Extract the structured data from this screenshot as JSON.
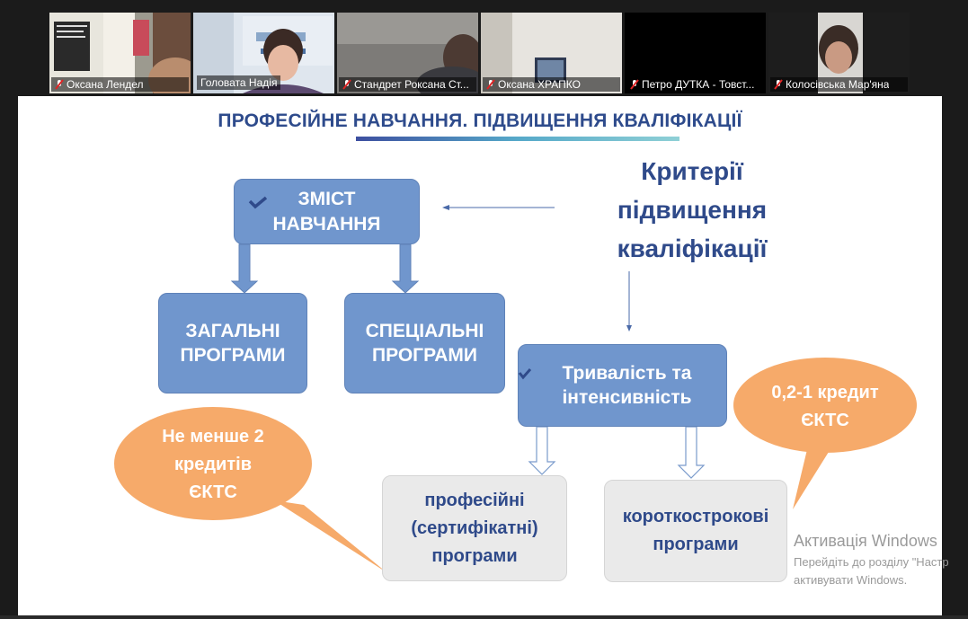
{
  "participants": [
    {
      "name": "Оксана Лендел",
      "muted": true,
      "active": false
    },
    {
      "name": "Головата Надія",
      "muted": false,
      "active": true
    },
    {
      "name": "Стандрет Роксана Ст...",
      "muted": true,
      "active": false
    },
    {
      "name": "Оксана ХРАПКО",
      "muted": true,
      "active": false
    },
    {
      "name": "Петро ДУТКА - Товст...",
      "muted": true,
      "active": false
    },
    {
      "name": "Колосівська Мар'яна",
      "muted": true,
      "active": false
    }
  ],
  "slide": {
    "title": "ПРОФЕСІЙНЕ НАВЧАННЯ. ПІДВИЩЕННЯ КВАЛІФІКАЦІЇ",
    "content_box": {
      "line1": "ЗМІСТ",
      "line2": "НАВЧАННЯ"
    },
    "general_programs": {
      "line1": "ЗАГАЛЬНІ",
      "line2": "ПРОГРАМИ"
    },
    "special_programs": {
      "line1": "СПЕЦІАЛЬНІ",
      "line2": "ПРОГРАМИ"
    },
    "criteria": {
      "line1": "Критерії",
      "line2": "підвищення",
      "line3": "кваліфікації"
    },
    "duration_box": {
      "line1": "Тривалість та",
      "line2": "інтенсивність"
    },
    "professional_programs": {
      "line1": "професійні",
      "line2": "(сертифікатні)",
      "line3": "програми"
    },
    "short_programs": {
      "line1": "короткострокові",
      "line2": "програми"
    },
    "callout_left": {
      "line1": "Не менше 2",
      "line2": "кредитів",
      "line3": "ЄКТС"
    },
    "callout_right": {
      "line1": "0,2-1 кредит",
      "line2": "ЄКТС"
    }
  },
  "watermark": {
    "title": "Активація Windows",
    "line1": "Перейдіть до розділу \"Настр",
    "line2": "активувати Windows."
  },
  "colors": {
    "box_blue": "#7096cd",
    "title_blue": "#2e4b8c",
    "callout_orange": "#f6aa6a",
    "active_speaker_border": "#27c93f",
    "mic_muted_red": "#e02424"
  },
  "icons": [
    "mic-muted-icon",
    "checkmark-icon",
    "arrow-down-icon",
    "arrow-left-icon"
  ]
}
